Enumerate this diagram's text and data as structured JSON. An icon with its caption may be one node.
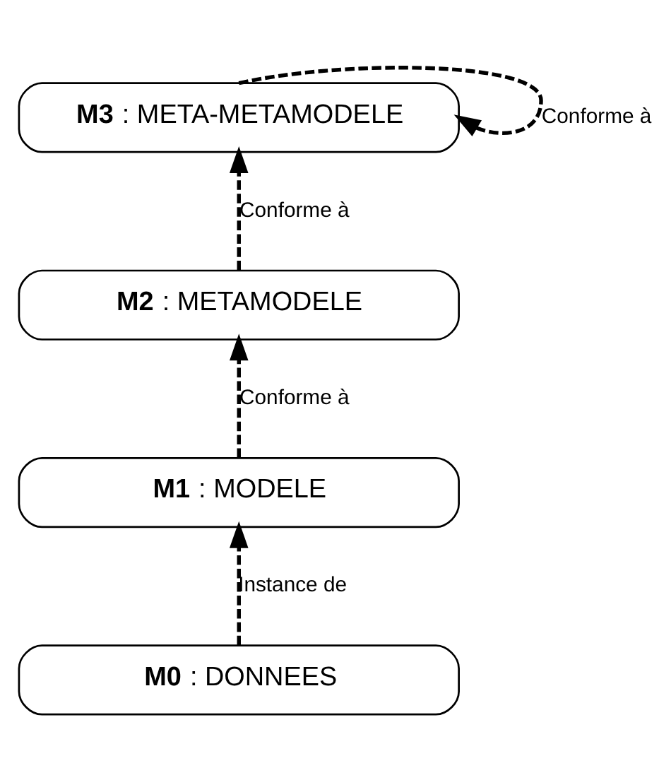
{
  "diagram": {
    "nodes": [
      {
        "text": [
          "**M3** : META-METAMODELE"
        ]
      },
      {
        "text": [
          "**M2** : METAMODELE"
        ]
      },
      {
        "text": [
          "**M1** : MODELE"
        ]
      },
      {
        "text": [
          "**M0** : DONNEES"
        ]
      }
    ],
    "edges": [
      {
        "from": 0,
        "to": 0,
        "arrow": "to",
        "style": "dashed",
        "label": "Conforme à"
      },
      {
        "from": 1,
        "to": 0,
        "arrow": "to",
        "style": "dashed",
        "label": "Conforme à"
      },
      {
        "from": 2,
        "to": 1,
        "arrow": "to",
        "style": "dashed",
        "label": "Conforme à"
      },
      {
        "from": 3,
        "to": 2,
        "arrow": "to",
        "style": "dashed",
        "label": "Instance de"
      }
    ]
  }
}
